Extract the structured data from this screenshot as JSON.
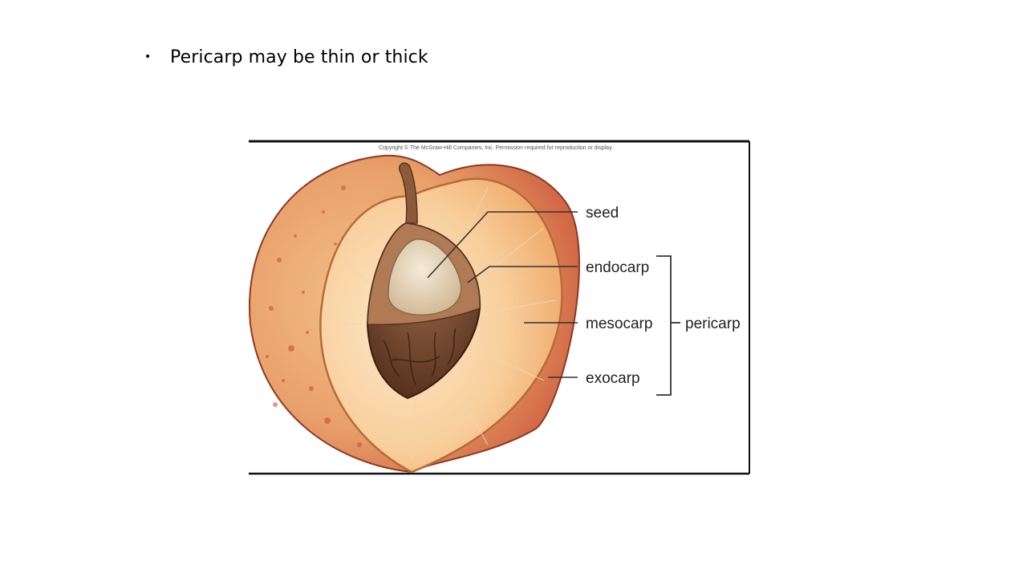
{
  "slide": {
    "bullet": "Pericarp may be thin or thick"
  },
  "figure": {
    "copyright": "Copyright © The McGraw-Hill Companies, Inc. Permission required for reproduction or display.",
    "labels": {
      "seed": "seed",
      "endocarp": "endocarp",
      "mesocarp": "mesocarp",
      "exocarp": "exocarp",
      "pericarp": "pericarp"
    }
  }
}
